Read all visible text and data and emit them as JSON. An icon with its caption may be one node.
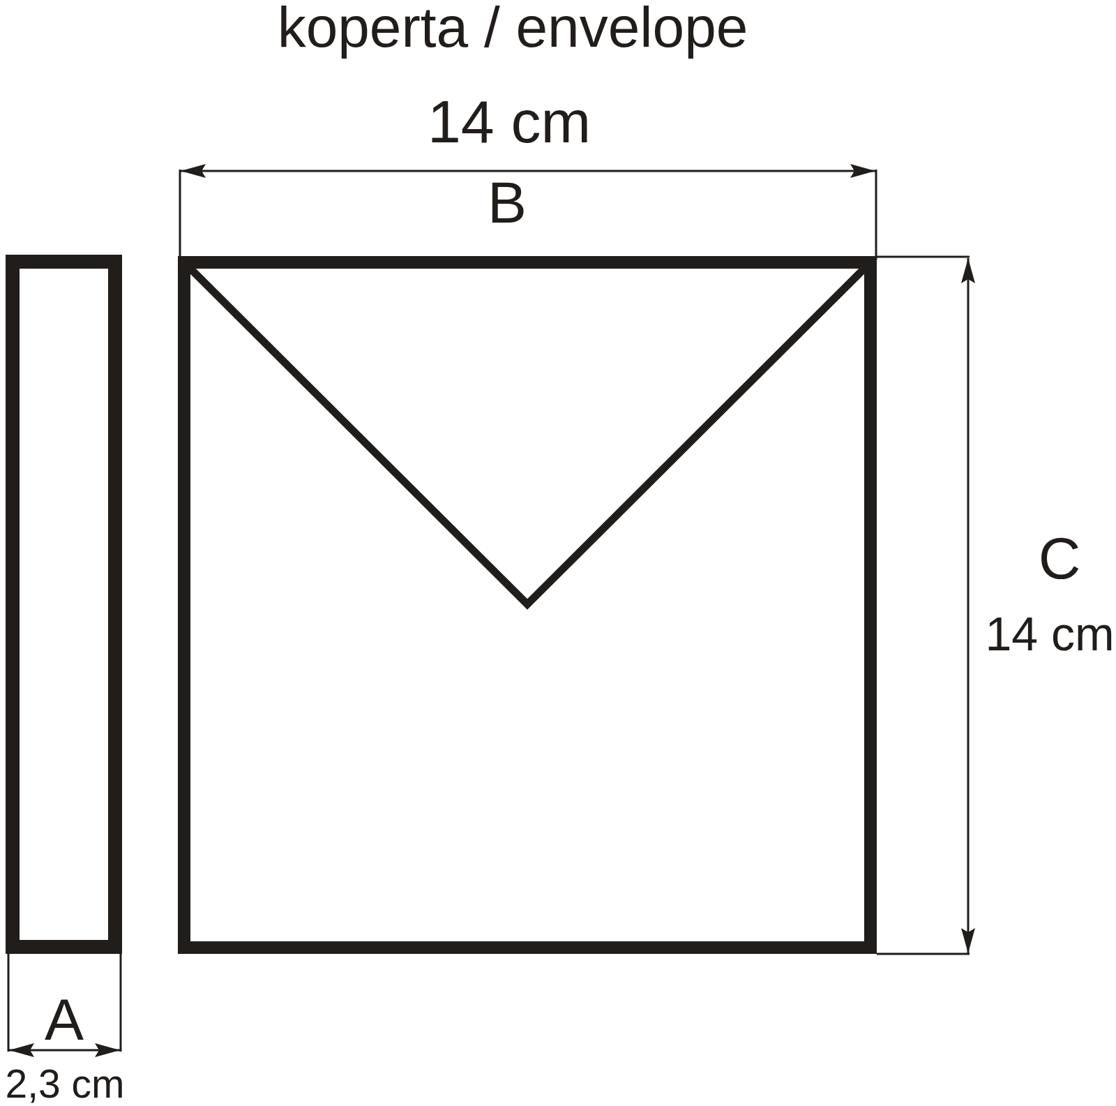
{
  "diagram": {
    "title": "koperta / envelope",
    "nodes": [
      {
        "text": [],
        "shape": "box"
      }
    ],
    "labels": [
      "14 cm",
      "B",
      "C",
      "14 cm",
      "A",
      "2,3 cm"
    ]
  }
}
